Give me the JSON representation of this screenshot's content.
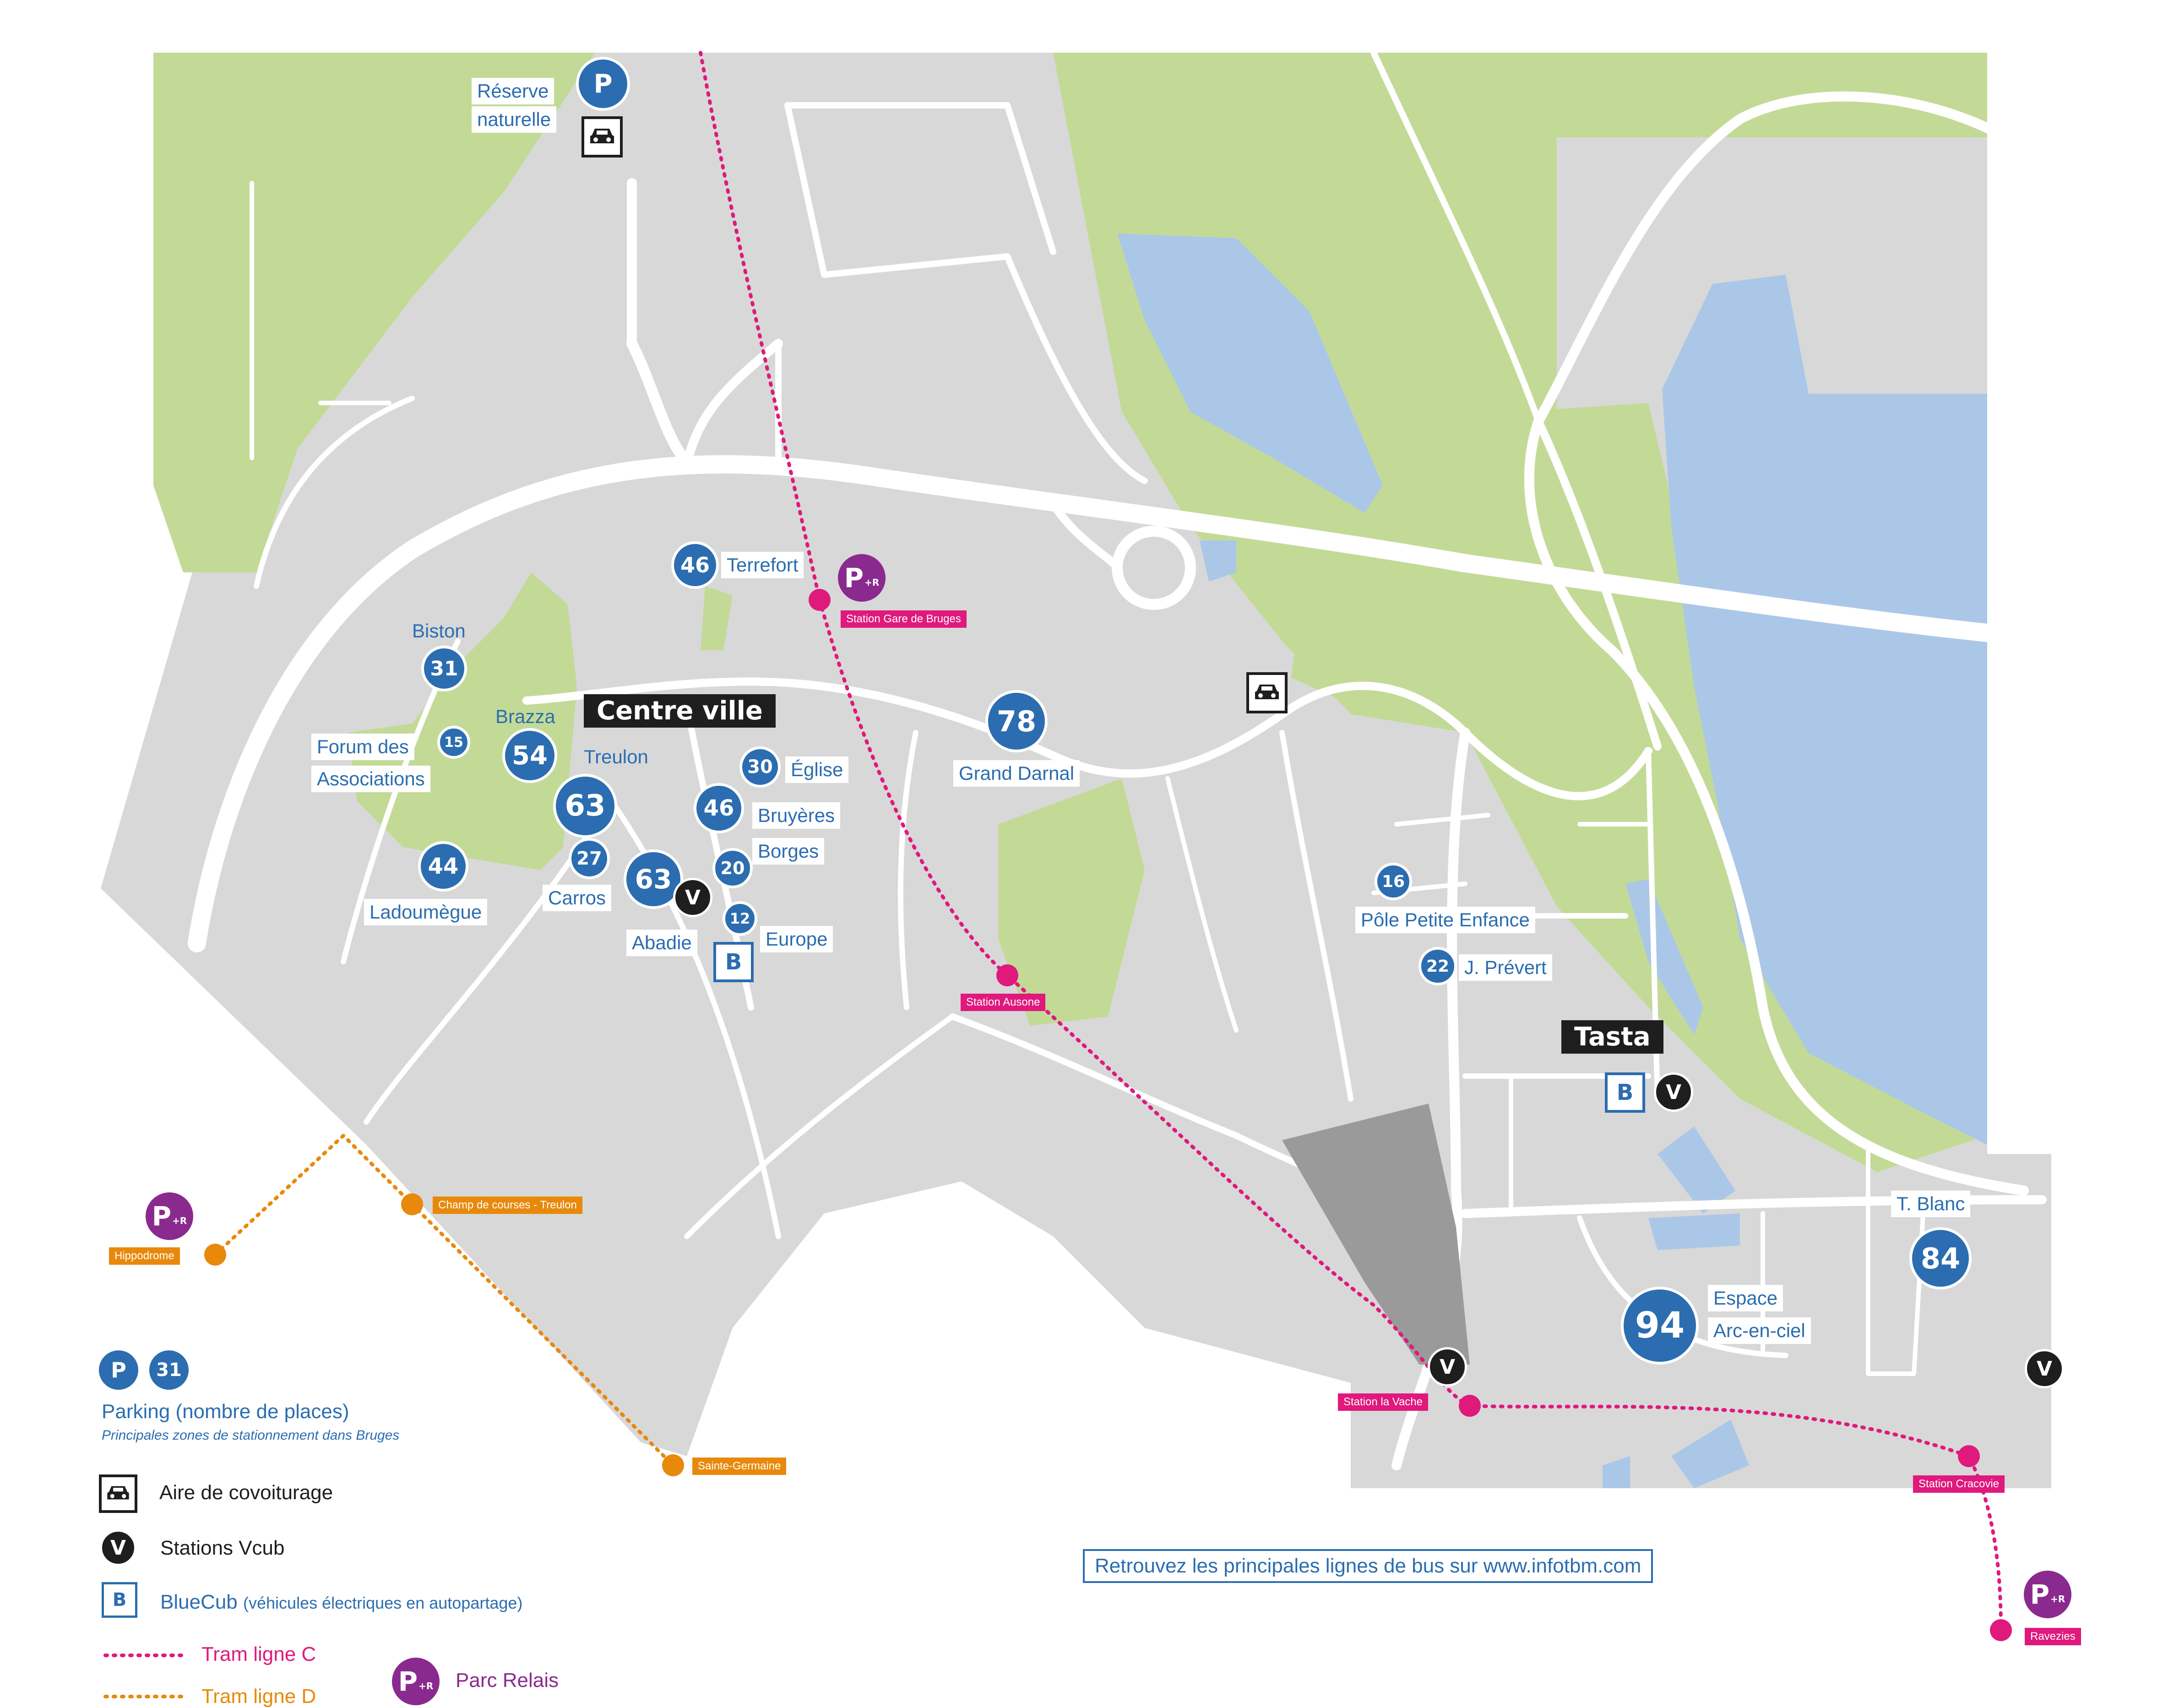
{
  "colors": {
    "land": "#d8d8d8",
    "green": "#c3da97",
    "water": "#abc7e8",
    "road": "#ffffff",
    "parking": "#2b6db0",
    "tram_c": "#e0197d",
    "tram_d": "#e8890c",
    "parc_relais": "#8a2a8e",
    "cemetery": "#9a9a9a"
  },
  "districts": {
    "centre_ville": "Centre ville",
    "tasta": "Tasta"
  },
  "parkings": [
    {
      "id": "reserve",
      "value": "P"
    },
    {
      "id": "terrefort",
      "value": "46"
    },
    {
      "id": "biston",
      "value": "31"
    },
    {
      "id": "forum",
      "value": "15"
    },
    {
      "id": "brazza",
      "value": "54"
    },
    {
      "id": "treulon",
      "value": "63"
    },
    {
      "id": "eglise",
      "value": "30"
    },
    {
      "id": "bruyeres",
      "value": "46"
    },
    {
      "id": "ladoumegue",
      "value": "44"
    },
    {
      "id": "carros",
      "value": "27"
    },
    {
      "id": "abadie",
      "value": "63"
    },
    {
      "id": "borges",
      "value": "20"
    },
    {
      "id": "europe",
      "value": "12"
    },
    {
      "id": "grand_darnal",
      "value": "78"
    },
    {
      "id": "pole",
      "value": "16"
    },
    {
      "id": "prevert",
      "value": "22"
    },
    {
      "id": "tblanc",
      "value": "84"
    },
    {
      "id": "espace",
      "value": "94"
    }
  ],
  "labels": {
    "reserve_1": "Réserve",
    "reserve_2": "naturelle",
    "terrefort": "Terrefort",
    "biston": "Biston",
    "brazza": "Brazza",
    "forum_1": "Forum des",
    "forum_2": "Associations",
    "treulon": "Treulon",
    "eglise": "Église",
    "bruyeres": "Bruyères",
    "borges": "Borges",
    "ladoumegue": "Ladoumègue",
    "carros": "Carros",
    "abadie": "Abadie",
    "europe": "Europe",
    "grand_darnal": "Grand Darnal",
    "pole": "Pôle Petite Enfance",
    "prevert": "J. Prévert",
    "tblanc": "T. Blanc",
    "espace_1": "Espace",
    "espace_2": "Arc-en-ciel"
  },
  "tram_c_stations": {
    "gare": "Station Gare de Bruges",
    "ausone": "Station Ausone",
    "vache": "Station la Vache",
    "cracovie": "Station Cracovie",
    "ravezies": "Ravezies"
  },
  "tram_d_stations": {
    "hippodrome": "Hippodrome",
    "champ": "Champ de courses - Treulon",
    "sainte": "Sainte-Germaine"
  },
  "symbols": {
    "vcub": "V",
    "bluecub": "B",
    "parking": "P",
    "parc_relais": "P",
    "parc_relais_sup": "+R"
  },
  "legend": {
    "parking_example": "31",
    "parking_title": "Parking (nombre de places)",
    "parking_note": "Principales zones de stationnement dans Bruges",
    "covoiturage": "Aire de covoiturage",
    "vcub": "Stations Vcub",
    "bluecub_main": "BlueCub",
    "bluecub_sub": "(véhicules électriques en autopartage)",
    "tram_c": "Tram ligne C",
    "tram_d": "Tram ligne D",
    "parc_relais": "Parc Relais"
  },
  "bus_note": "Retrouvez les principales lignes de bus sur www.infotbm.com"
}
